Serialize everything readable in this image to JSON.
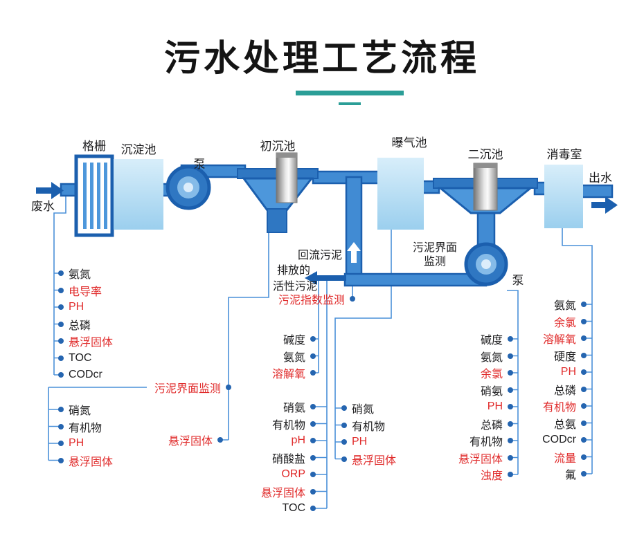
{
  "title": "污水处理工艺流程",
  "flow": {
    "stages": {
      "inflow": "废水",
      "grid": "格栅",
      "sedimentation": "沉淀池",
      "pump1": "泵",
      "primary_tank": "初沉池",
      "aeration_tank": "曝气池",
      "secondary_tank": "二沉池",
      "disinfection": "消毒室",
      "outflow": "出水",
      "pump2": "泵"
    },
    "annotations": {
      "return_sludge": "回流污泥",
      "discharge_line1": "排放的",
      "discharge_line2": "活性污泥",
      "interface_line1": "污泥界面",
      "interface_line2": "监测"
    }
  },
  "monitor_groups": {
    "influent": {
      "items": [
        {
          "label": "氨氮",
          "color": "black"
        },
        {
          "label": "电导率",
          "color": "red"
        },
        {
          "label": "PH",
          "color": "red"
        },
        {
          "label": "总磷",
          "color": "black"
        },
        {
          "label": "悬浮固体",
          "color": "red"
        },
        {
          "label": "TOC",
          "color": "black"
        },
        {
          "label": "CODcr",
          "color": "black"
        }
      ]
    },
    "primary_sludge": {
      "items": [
        {
          "label": "硝氮",
          "color": "black"
        },
        {
          "label": "有机物",
          "color": "black"
        },
        {
          "label": "PH",
          "color": "red"
        },
        {
          "label": "悬浮固体",
          "color": "red"
        }
      ]
    },
    "sludge_interface": {
      "items": [
        {
          "label": "污泥界面监测",
          "color": "red"
        }
      ]
    },
    "excess_suspended": {
      "items": [
        {
          "label": "悬浮固体",
          "color": "red"
        }
      ]
    },
    "sludge_index": {
      "items": [
        {
          "label": "污泥指数监测",
          "color": "red"
        }
      ]
    },
    "primary_effluent": {
      "items": [
        {
          "label": "碱度",
          "color": "black"
        },
        {
          "label": "氨氮",
          "color": "black"
        },
        {
          "label": "溶解氧",
          "color": "red"
        }
      ]
    },
    "return_line": {
      "items": [
        {
          "label": "硝氨",
          "color": "black"
        },
        {
          "label": "有机物",
          "color": "black"
        },
        {
          "label": "pH",
          "color": "red"
        },
        {
          "label": "硝酸盐",
          "color": "black"
        },
        {
          "label": "ORP",
          "color": "red"
        },
        {
          "label": "悬浮固体",
          "color": "red"
        },
        {
          "label": "TOC",
          "color": "black"
        }
      ]
    },
    "aeration": {
      "items": [
        {
          "label": "硝氮",
          "color": "black"
        },
        {
          "label": "有机物",
          "color": "black"
        },
        {
          "label": "PH",
          "color": "red"
        },
        {
          "label": "悬浮固体",
          "color": "red"
        }
      ]
    },
    "secondary": {
      "items": [
        {
          "label": "碱度",
          "color": "black"
        },
        {
          "label": "氨氮",
          "color": "black"
        },
        {
          "label": "余氯",
          "color": "red"
        },
        {
          "label": "硝氨",
          "color": "black"
        },
        {
          "label": "PH",
          "color": "red"
        },
        {
          "label": "总磷",
          "color": "black"
        },
        {
          "label": "有机物",
          "color": "black"
        },
        {
          "label": "悬浮固体",
          "color": "red"
        },
        {
          "label": "浊度",
          "color": "red"
        }
      ]
    },
    "final_effluent": {
      "items": [
        {
          "label": "氨氮",
          "color": "black"
        },
        {
          "label": "余氯",
          "color": "red"
        },
        {
          "label": "溶解氧",
          "color": "red"
        },
        {
          "label": "硬度",
          "color": "black"
        },
        {
          "label": "PH",
          "color": "red"
        },
        {
          "label": "总磷",
          "color": "black"
        },
        {
          "label": "有机物",
          "color": "red"
        },
        {
          "label": "总氨",
          "color": "black"
        },
        {
          "label": "CODcr",
          "color": "black"
        },
        {
          "label": "流量",
          "color": "red"
        },
        {
          "label": "氟",
          "color": "black"
        }
      ]
    }
  },
  "colors": {
    "accent_teal": "#2b9e97",
    "pipe_blue": "#1b5fae",
    "water_light": "#cfe9f8",
    "highlight_red": "#e02b2b"
  }
}
